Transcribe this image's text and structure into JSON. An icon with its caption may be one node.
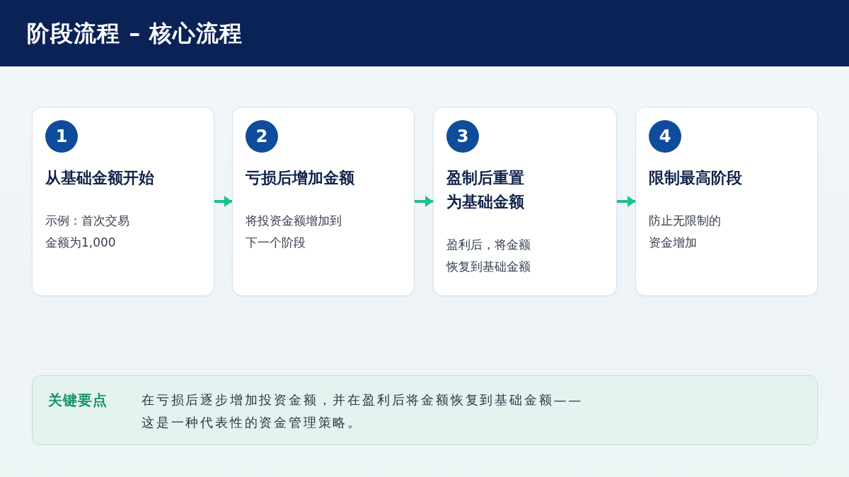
{
  "diagram": {
    "title": "阶段流程 – 核心流程",
    "nodes": [
      {
        "text": [
          "1",
          "从基础金额开始",
          "示例：首次交易金额为1,000"
        ]
      },
      {
        "text": [
          "2",
          "亏损后增加金额",
          "将投资金额增加到下一个阶段"
        ]
      },
      {
        "text": [
          "3",
          "盈制后重置为基础金额",
          "盈利后，将金额恢复到基础金额"
        ]
      },
      {
        "text": [
          "4",
          "限制最高阶段",
          "防止无限制的资金增加"
        ]
      },
      {
        "text": [
          "关键要点",
          "在亏损后逐步增加投资金额，并在盈利后将金额恢复到基础金额——这是一种代表性的资金管理策略。"
        ]
      }
    ],
    "edges": [
      {
        "from": 0,
        "to": 1,
        "arrow": "to"
      },
      {
        "from": 1,
        "to": 2,
        "arrow": "to"
      },
      {
        "from": 2,
        "to": 3,
        "arrow": "to"
      }
    ]
  }
}
